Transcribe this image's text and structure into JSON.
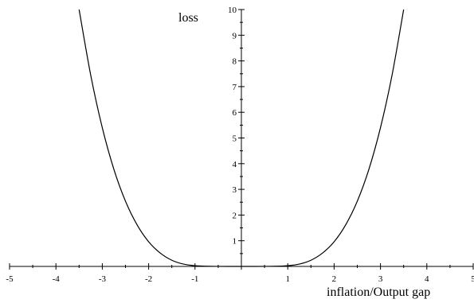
{
  "chart_data": {
    "type": "line",
    "title": "",
    "xlabel": "inflation/Output gap",
    "ylabel": "loss",
    "xlim": [
      -5,
      5
    ],
    "ylim": [
      0,
      10
    ],
    "x_ticks": [
      -5,
      -4,
      -3,
      -2,
      -1,
      0,
      1,
      2,
      3,
      4,
      5
    ],
    "y_ticks": [
      1,
      2,
      3,
      4,
      5,
      6,
      7,
      8,
      9,
      10
    ],
    "grid": false,
    "series": [
      {
        "color": "#000000",
        "x": [
          -3.5,
          -3.25,
          -3.0,
          -2.75,
          -2.5,
          -2.25,
          -2.0,
          -1.75,
          -1.5,
          -1.25,
          -1.0,
          -0.75,
          -0.5,
          -0.25,
          0.0,
          0.25,
          0.5,
          0.75,
          1.0,
          1.25,
          1.5,
          1.75,
          2.0,
          2.25,
          2.5,
          2.75,
          3.0,
          3.25,
          3.5
        ],
        "y": [
          10.0,
          7.45,
          5.4,
          3.78,
          2.54,
          1.62,
          0.96,
          0.52,
          0.24,
          0.09,
          0.027,
          0.007,
          0.0013,
          0.0001,
          0.0,
          0.0001,
          0.0013,
          0.007,
          0.027,
          0.09,
          0.24,
          0.52,
          0.96,
          1.62,
          2.54,
          3.78,
          5.4,
          7.45,
          10.0
        ]
      }
    ]
  }
}
